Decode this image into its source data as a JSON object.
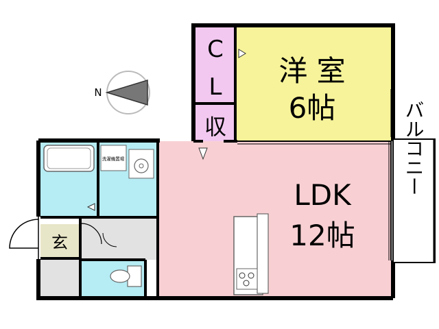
{
  "compass": {
    "label": "N",
    "icon": "north-arrow-icon"
  },
  "rooms": {
    "closet": {
      "label_line1": "C",
      "label_line2": "L",
      "color": "#f2c8f0"
    },
    "storage": {
      "label": "収",
      "color": "#f2c8f0"
    },
    "western_room": {
      "label_line1": "洋 室",
      "label_line2": "6帖",
      "color": "#f6f39a"
    },
    "ldk": {
      "label_line1": "LDK",
      "label_line2": "12帖",
      "color": "#f8d0d3"
    },
    "balcony": {
      "label": "バルコニー",
      "color": "#ffffff"
    },
    "entrance": {
      "label": "玄",
      "color": "#e8e6c8"
    },
    "bathroom": {
      "color": "#b6ecf4"
    },
    "washroom": {
      "color": "#b6ecf4",
      "note": "洗濯機置場"
    },
    "toilet": {
      "color": "#b6ecf4"
    },
    "hall": {
      "color": "#e2e2e2"
    }
  },
  "colors": {
    "wall": "#000000",
    "fixture_stroke": "#666666"
  }
}
